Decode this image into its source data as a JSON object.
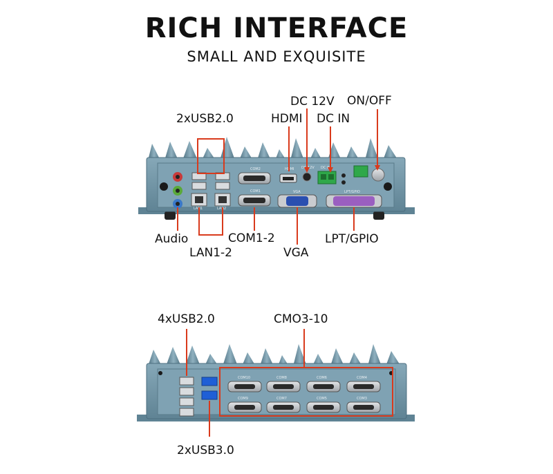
{
  "header": {
    "title": "RICH INTERFACE",
    "subtitle": "SMALL AND EXQUISITE"
  },
  "top_panel": {
    "labels": {
      "usb": "2xUSB2.0",
      "hdmi": "HDMI",
      "dc12": "DC 12V",
      "dcin": "DC IN",
      "onoff": "ON/OFF",
      "audio": "Audio",
      "com": "COM1-2",
      "vga": "VGA",
      "lpt": "LPT/GPIO",
      "lan": "LAN1-2"
    },
    "silk": {
      "com2": "COM2",
      "com1": "COM1",
      "hdmi": "HDMI",
      "dc": "DC 12V",
      "dcin": "DC IN",
      "vga": "VGA",
      "lpt": "LPT/GPIO",
      "lan1": "LAN1",
      "lan2": "LAN2"
    }
  },
  "bottom_panel": {
    "labels": {
      "usb4": "4xUSB2.0",
      "cmo": "CMO3-10",
      "usb3": "2xUSB3.0"
    },
    "com_labels_top": [
      "COM10",
      "COM8",
      "COM6",
      "COM4"
    ],
    "com_labels_bottom": [
      "COM9",
      "COM7",
      "COM5",
      "COM3"
    ]
  },
  "colors": {
    "chassis": "#6f93a4",
    "chassis_dark": "#4d6f80",
    "callout": "#d93a1c",
    "usb3_blue": "#1f5fd6",
    "lpt_purple": "#9a5fc0",
    "vga_blue": "#2a4fb0",
    "terminal_green": "#2fa84a"
  }
}
